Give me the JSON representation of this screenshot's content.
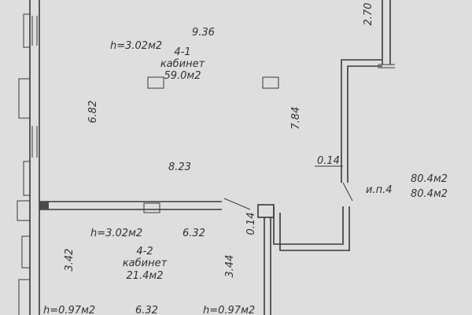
{
  "room_4_1": {
    "id": "4-1",
    "type": "кабинет",
    "area": "59.0м2",
    "height": "h=3.02м2"
  },
  "room_4_2": {
    "id": "4-2",
    "type": "кабинет",
    "area": "21.4м2",
    "height": "h=3.02м2"
  },
  "floor": {
    "name": "и.п.4",
    "area_1": "80.4м2",
    "area_2": "80.4м2"
  },
  "dimensions": {
    "top_width": "9.36",
    "top_right": "2.70",
    "left_height": "6.82",
    "right_height": "7.84",
    "middle_width": "8.23",
    "wall_gap_1": "0.14",
    "wall_gap_2": "0.14",
    "room2_width": "6.32",
    "room2_left": "3.42",
    "room2_right": "3.44",
    "bottom_width": "6.32"
  },
  "bottom": {
    "height_left": "h=0.97м2",
    "height_right": "h=0.97м2"
  }
}
